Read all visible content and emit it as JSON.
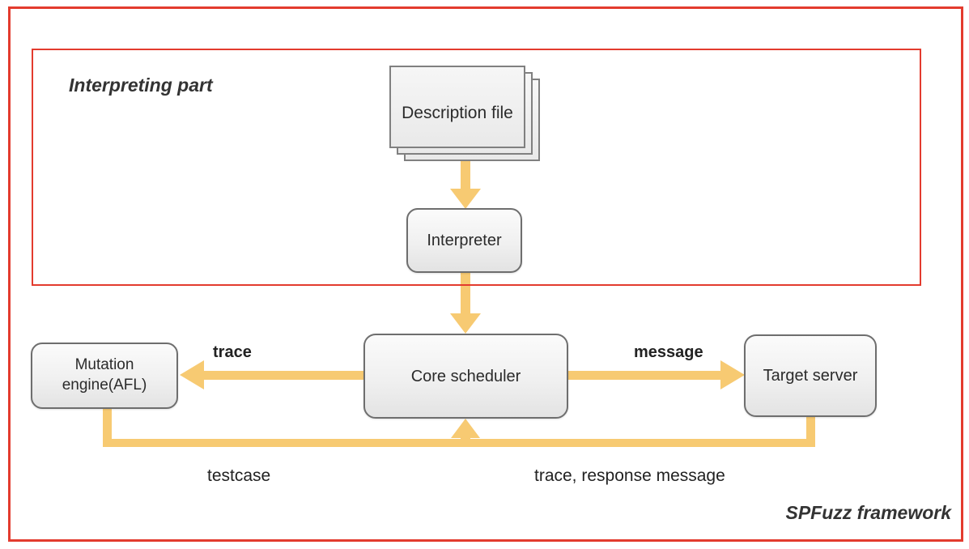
{
  "title": "SPFuzz framework",
  "section": {
    "label": "Interpreting part"
  },
  "nodes": {
    "description_file": {
      "label": "Description file"
    },
    "interpreter": {
      "label": "Interpreter"
    },
    "core_scheduler": {
      "label": "Core scheduler"
    },
    "mutation_engine": {
      "line1": "Mutation",
      "line2": "engine(AFL)"
    },
    "target_server": {
      "label": "Target server"
    }
  },
  "edges": {
    "trace": {
      "label": "trace"
    },
    "message": {
      "label": "message"
    },
    "testcase": {
      "label": "testcase"
    },
    "feedback": {
      "label": "trace, response message"
    }
  },
  "colors": {
    "frame_red": "#E33B2E",
    "arrow_orange": "#F7CA72",
    "node_border": "#6E6E6E",
    "node_fill_top": "#FBFBFB",
    "node_fill_bottom": "#E3E3E3",
    "text": "#2B2B2B"
  }
}
